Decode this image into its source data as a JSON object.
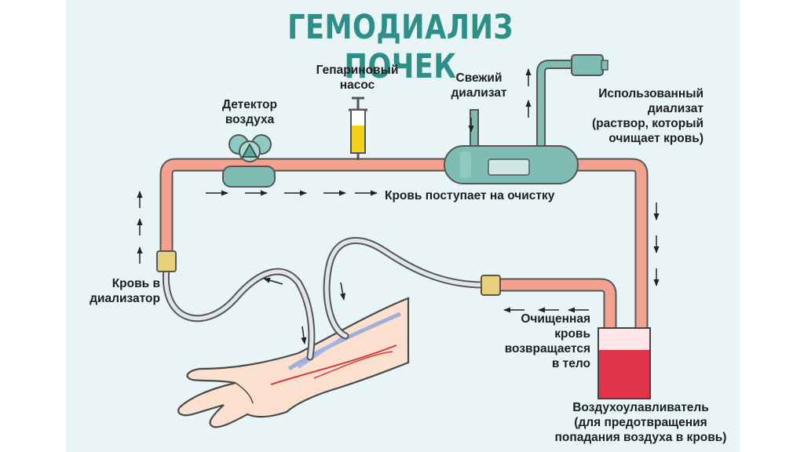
{
  "title": "ГЕМОДИАЛИЗ ПОЧЕК",
  "labels": {
    "air_detector": [
      "Детектор",
      "воздуха"
    ],
    "heparin_pump": [
      "Гепариновый",
      "насос"
    ],
    "fresh_dialysate": [
      "Свежий",
      "диализат"
    ],
    "used_dialysate": [
      "Использованный",
      "диализат",
      "(раствор, который",
      "очищает кровь)"
    ],
    "blood_to_cleaning": "Кровь поступает на очистку",
    "blood_to_dialyzer": [
      "Кровь в",
      "диализатор"
    ],
    "cleaned_blood": [
      "Очищенная",
      "кровь",
      "возвращается",
      "в тело"
    ],
    "air_trap": [
      "Воздухоулавливатель",
      "(для предотвращения",
      "попадания воздуха в кровь)"
    ]
  },
  "colors": {
    "panel_bg": "#e8f4f6",
    "title": "#2e8f89",
    "tube": "#f2a28e",
    "dialyzer": "#7fbdb4",
    "reservoir_blood": "#e0334a",
    "heparin": "#f3d21a",
    "arm": "#fbe0cf"
  }
}
